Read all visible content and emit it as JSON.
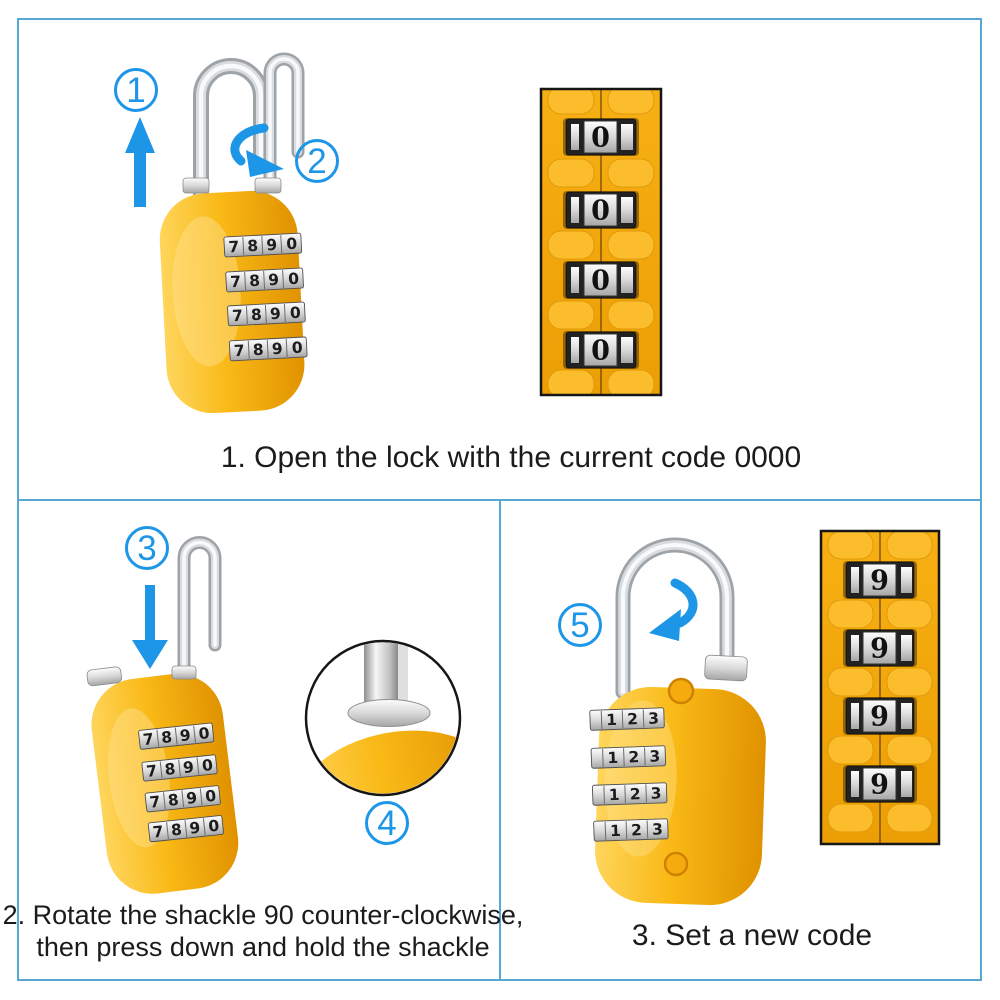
{
  "colors": {
    "annotation_blue": "#1E96E8",
    "frame_blue": "#58A6D2",
    "lock_yellow": "#F9B916",
    "panel_yellow": "#F3A70B",
    "caption_text": "#1B1B1B"
  },
  "step1": {
    "badges": [
      "1",
      "2"
    ],
    "caption": "1. Open the lock with the current code 0000",
    "lock_digits": [
      "7",
      "8",
      "9",
      "0"
    ],
    "closeup_digits": [
      "0",
      "0",
      "0",
      "0"
    ]
  },
  "step2": {
    "badges": [
      "3",
      "4"
    ],
    "caption_line1": "2. Rotate the shackle 90 counter-clockwise,",
    "caption_line2": "then press down and hold the shackle",
    "lock_digits": [
      "7",
      "8",
      "9",
      "0"
    ]
  },
  "step3": {
    "badges": [
      "5"
    ],
    "caption": "3. Set a new code",
    "lock_digits": [
      "1",
      "2",
      "3"
    ],
    "closeup_digits": [
      "9",
      "9",
      "9",
      "9"
    ]
  }
}
